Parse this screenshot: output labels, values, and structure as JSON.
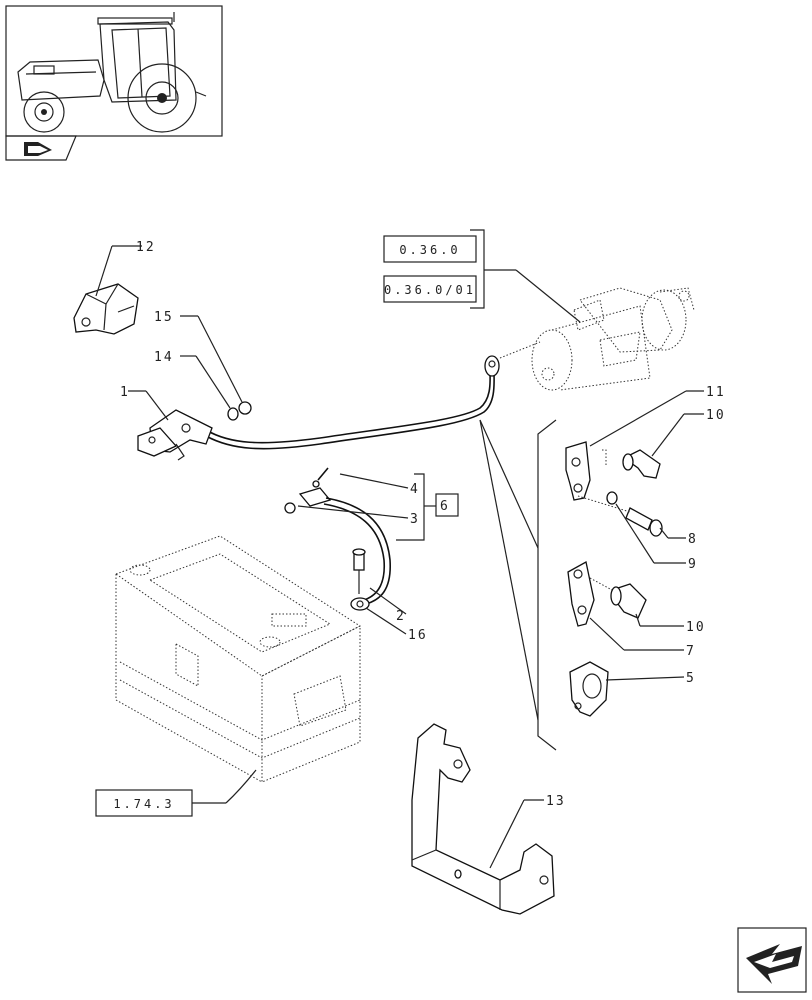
{
  "callouts": {
    "c1": "1",
    "c2": "2",
    "c3": "3",
    "c4": "4",
    "c5": "5",
    "c6": "6",
    "c7": "7",
    "c8": "8",
    "c9": "9",
    "c10a": "10",
    "c10b": "10",
    "c11": "11",
    "c12": "12",
    "c13": "13",
    "c14": "14",
    "c15": "15",
    "c16": "16"
  },
  "references": {
    "ref_a": "0.36.0",
    "ref_b": "0.36.0/01",
    "ref_c": "1.74.3"
  },
  "icons": {
    "thumbnail": "tractor-thumbnail-icon",
    "book": "catalog-book-icon",
    "nav": "next-page-arrow-icon"
  }
}
